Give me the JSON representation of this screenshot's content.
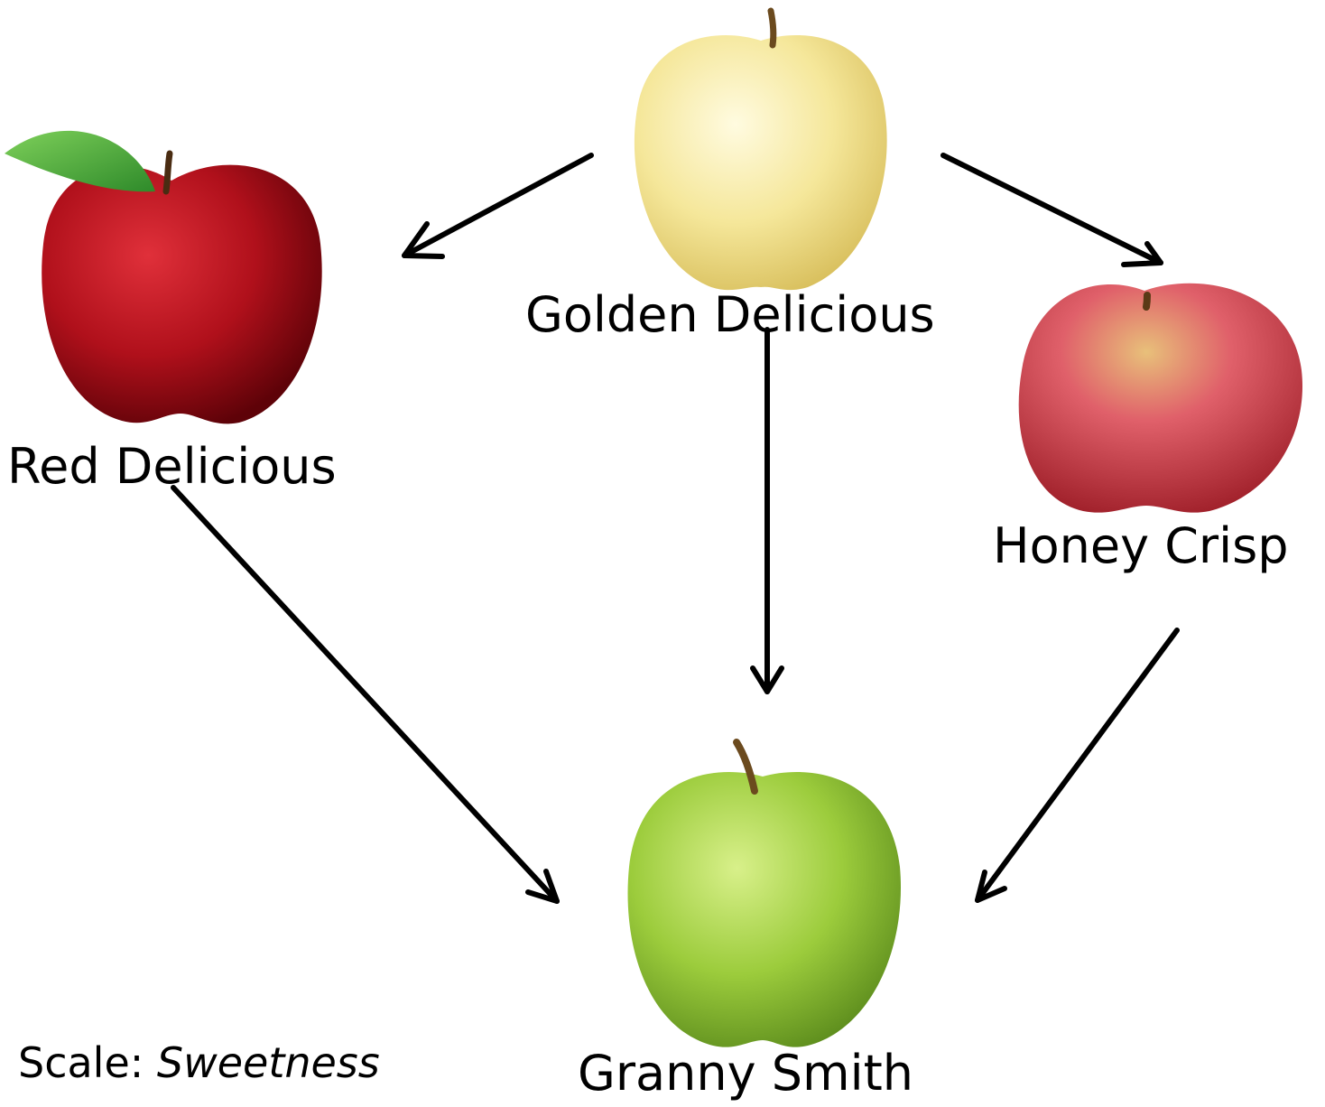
{
  "nodes": [
    {
      "id": "golden",
      "label": "Golden Delicious",
      "color": "#f2e48e"
    },
    {
      "id": "red",
      "label": "Red Delicious",
      "color": "#b3101a"
    },
    {
      "id": "honey",
      "label": "Honey Crisp",
      "color": "#d9424b"
    },
    {
      "id": "granny",
      "label": "Granny Smith",
      "color": "#9acb3c"
    }
  ],
  "edges": [
    {
      "from": "golden",
      "to": "red"
    },
    {
      "from": "golden",
      "to": "honey"
    },
    {
      "from": "golden",
      "to": "granny"
    },
    {
      "from": "red",
      "to": "granny"
    },
    {
      "from": "honey",
      "to": "granny"
    }
  ],
  "scale": {
    "prefix": "Scale: ",
    "value": "Sweetness"
  },
  "icons": {
    "apple": "apple-icon",
    "arrow": "arrow-icon"
  }
}
